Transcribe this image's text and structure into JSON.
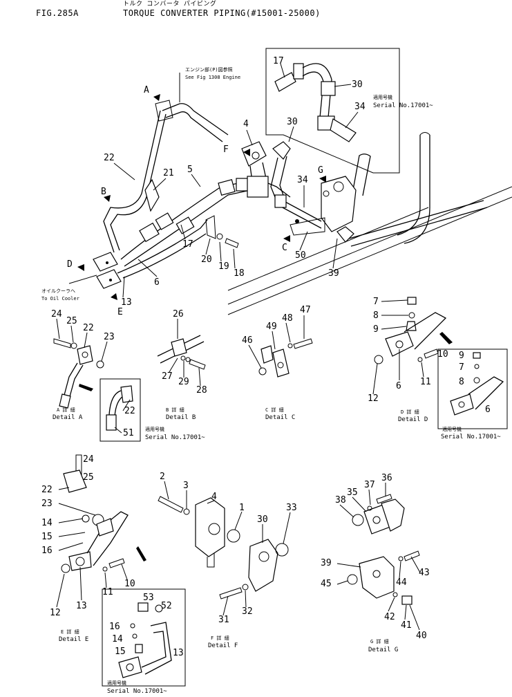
{
  "header": {
    "fig_no": "FIG.285A",
    "title_kana": "トルク コンバータ パイピング",
    "title": "TORQUE CONVERTER PIPING(#15001-25000)"
  },
  "notes": {
    "engine_ref_jp": "エンジン部(P)図参照",
    "engine_ref_en": "See Fig 1308 Engine",
    "oil_cooler_jp": "オイルクーラヘ",
    "oil_cooler_en": "To Oil Cooler"
  },
  "serial_note": {
    "jp": "適用号機",
    "en": "Serial No.17001~"
  },
  "callouts": {
    "A": "A",
    "B": "B",
    "C": "C",
    "D": "D",
    "E": "E",
    "F": "F",
    "G": "G"
  },
  "details": {
    "A": {
      "jp": "A 詳 細",
      "en": "Detail A"
    },
    "B": {
      "jp": "B 詳 細",
      "en": "Detail B"
    },
    "C": {
      "jp": "C 詳 細",
      "en": "Detail C"
    },
    "D": {
      "jp": "D 詳 細",
      "en": "Detail D"
    },
    "E": {
      "jp": "E 詳 細",
      "en": "Detail E"
    },
    "F": {
      "jp": "F 詳 細",
      "en": "Detail F"
    },
    "G": {
      "jp": "G 詳 細",
      "en": "Detail G"
    }
  },
  "part_numbers": {
    "main": [
      "17",
      "30",
      "34",
      "4",
      "30",
      "22",
      "21",
      "5",
      "34",
      "G",
      "50",
      "39",
      "20",
      "19",
      "18",
      "17",
      "6",
      "13"
    ],
    "p1": "1",
    "p2": "2",
    "p3": "3",
    "p4": "4",
    "p5": "5",
    "p6": "6",
    "p7": "7",
    "p8": "8",
    "p9": "9",
    "p10": "10",
    "p11": "11",
    "p12": "12",
    "p13": "13",
    "p14": "14",
    "p15": "15",
    "p16": "16",
    "p17": "17",
    "p18": "18",
    "p19": "19",
    "p20": "20",
    "p21": "21",
    "p22": "22",
    "p23": "23",
    "p24": "24",
    "p25": "25",
    "p26": "26",
    "p27": "27",
    "p28": "28",
    "p29": "29",
    "p30": "30",
    "p31": "31",
    "p32": "32",
    "p33": "33",
    "p34": "34",
    "p35": "35",
    "p36": "36",
    "p37": "37",
    "p38": "38",
    "p39": "39",
    "p40": "40",
    "p41": "41",
    "p42": "42",
    "p43": "43",
    "p44": "44",
    "p45": "45",
    "p46": "46",
    "p47": "47",
    "p48": "48",
    "p49": "49",
    "p50": "50",
    "p51": "51",
    "p52": "52",
    "p53": "53"
  }
}
